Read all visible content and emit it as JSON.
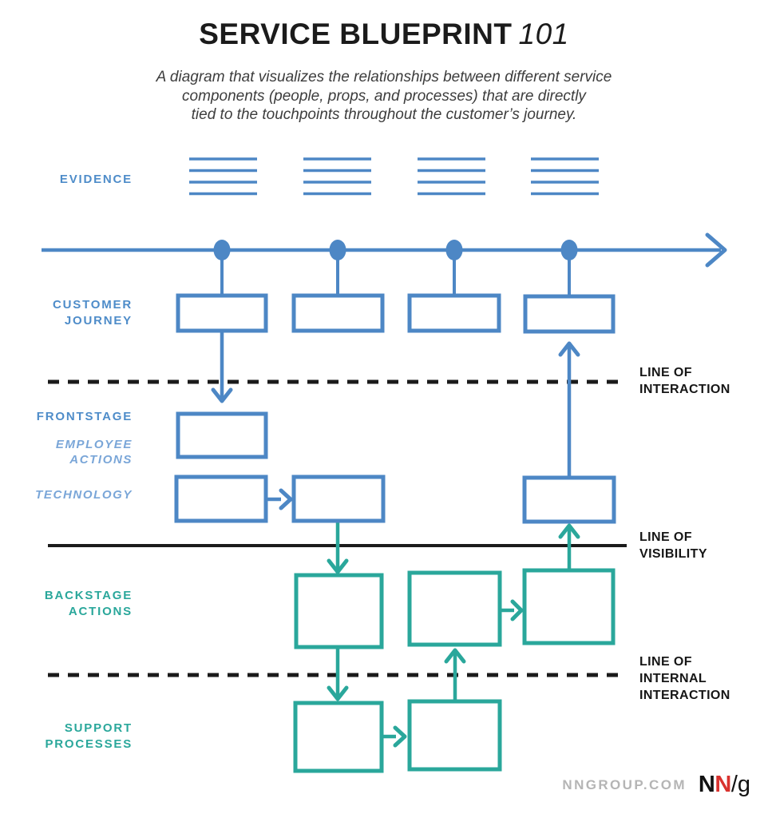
{
  "header": {
    "title": "SERVICE BLUEPRINT",
    "title_suffix": "101",
    "subtitle_lines": [
      "A diagram that visualizes the relationships between different service",
      "components (people, props, and processes) that are directly",
      "tied to the touchpoints throughout the customer’s journey."
    ]
  },
  "colors": {
    "blue": "#4d87c5",
    "blue_label": "#4e8cc9",
    "blue_light": "#7aa6d8",
    "teal": "#2aa79b",
    "gray": "#b5b5b5",
    "red": "#d9322e"
  },
  "rows": {
    "evidence": {
      "label": "EVIDENCE"
    },
    "customer_journey": {
      "label_line1": "CUSTOMER",
      "label_line2": "JOURNEY"
    },
    "frontstage": {
      "label": "FRONTSTAGE",
      "employee_line1": "EMPLOYEE",
      "employee_line2": "ACTIONS",
      "technology": "TECHNOLOGY"
    },
    "backstage": {
      "label_line1": "BACKSTAGE",
      "label_line2": "ACTIONS"
    },
    "support": {
      "label_line1": "SUPPORT",
      "label_line2": "PROCESSES"
    }
  },
  "lines": {
    "interaction": {
      "label_line1": "LINE OF",
      "label_line2": "INTERACTION"
    },
    "visibility": {
      "label_line1": "LINE OF",
      "label_line2": "VISIBILITY"
    },
    "internal": {
      "label_line1": "LINE OF",
      "label_line2": "INTERNAL",
      "label_line3": "INTERACTION"
    }
  },
  "footer": {
    "site": "NNGROUP.COM",
    "logo_n1": "N",
    "logo_n2": "N",
    "logo_suffix": "/g"
  }
}
